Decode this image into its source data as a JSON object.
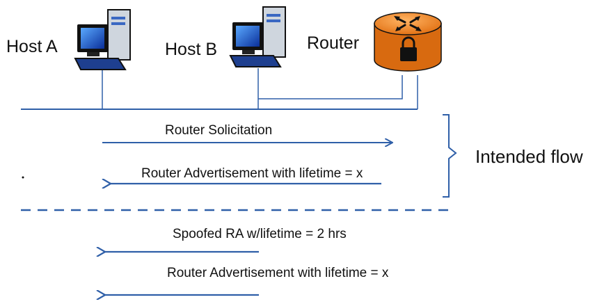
{
  "nodes": {
    "host_a": {
      "label": "Host A",
      "icon": "desktop-computer-icon"
    },
    "host_b": {
      "label": "Host B",
      "icon": "desktop-computer-icon"
    },
    "router": {
      "label": "Router",
      "icon": "router-lock-icon"
    }
  },
  "intended_flow": {
    "label": "Intended flow",
    "messages": [
      {
        "label": "Router Solicitation",
        "direction": "right"
      },
      {
        "label": "Router Advertisement with lifetime = x",
        "direction": "left"
      }
    ]
  },
  "attack_flow": {
    "messages": [
      {
        "label": "Spoofed RA w/lifetime = 2 hrs",
        "direction": "left"
      },
      {
        "label": "Router Advertisement with lifetime = x",
        "direction": "left"
      }
    ]
  },
  "colors": {
    "line": "#2f5fa8",
    "router_orange": "#f08a24",
    "monitor_blue": "#1a4fbf"
  }
}
